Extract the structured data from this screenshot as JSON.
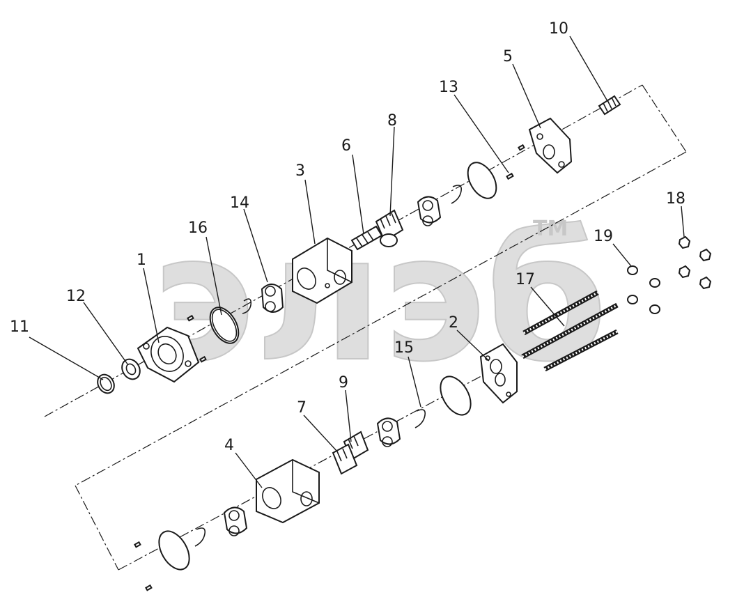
{
  "watermark": {
    "text": "элэб",
    "mark": "TM",
    "color": "#b8b8b8"
  },
  "corner_mark": "",
  "callouts": [
    {
      "id": "1",
      "label": "1"
    },
    {
      "id": "2",
      "label": "2"
    },
    {
      "id": "3",
      "label": "3"
    },
    {
      "id": "4",
      "label": "4"
    },
    {
      "id": "5",
      "label": "5"
    },
    {
      "id": "6",
      "label": "6"
    },
    {
      "id": "7",
      "label": "7"
    },
    {
      "id": "8",
      "label": "8"
    },
    {
      "id": "9",
      "label": "9"
    },
    {
      "id": "10",
      "label": "10"
    },
    {
      "id": "11",
      "label": "11"
    },
    {
      "id": "12",
      "label": "12"
    },
    {
      "id": "13",
      "label": "13"
    },
    {
      "id": "14",
      "label": "14"
    },
    {
      "id": "15",
      "label": "15"
    },
    {
      "id": "16",
      "label": "16"
    },
    {
      "id": "17",
      "label": "17"
    },
    {
      "id": "18",
      "label": "18"
    },
    {
      "id": "19",
      "label": "19"
    }
  ]
}
